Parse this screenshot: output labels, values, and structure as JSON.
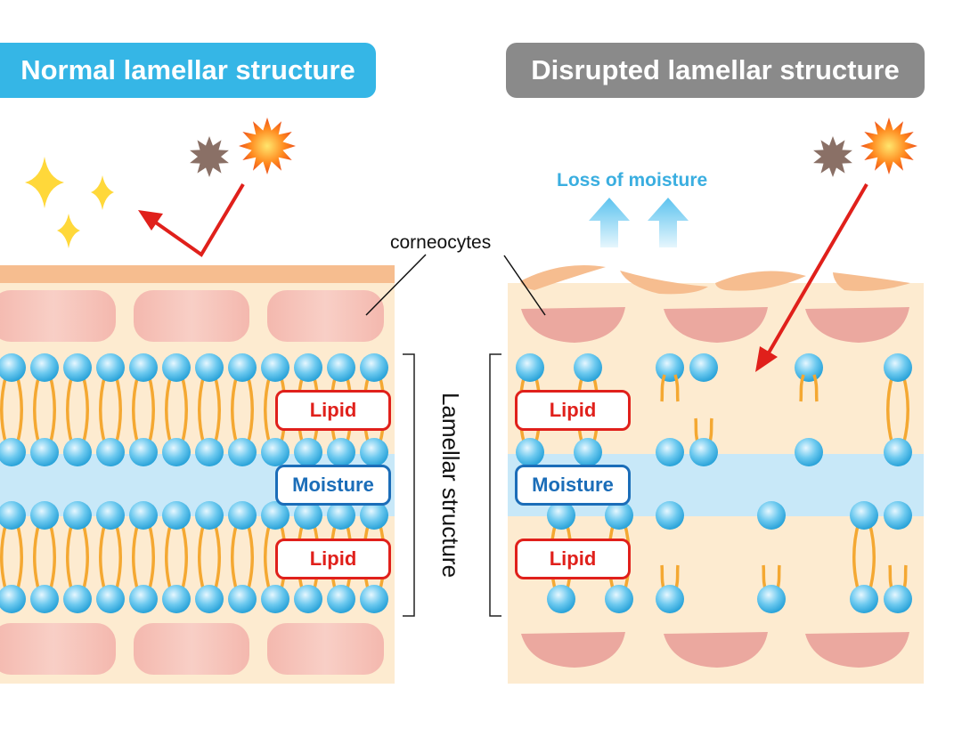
{
  "titles": {
    "normal": "Normal lamellar structure",
    "disrupted": "Disrupted lamellar structure"
  },
  "labels": {
    "corneocytes": "corneocytes",
    "lamellar_structure": "Lamellar structure",
    "loss_of_moisture": "Loss of moisture"
  },
  "boxes": {
    "lipid": "Lipid",
    "moisture": "Moisture"
  },
  "colors": {
    "normal_title": "#35b6e6",
    "disrupted_title": "#8a8a8a",
    "skin_background": "#fdebd0",
    "stratum_top": "#f6bd8f",
    "corneocyte": "#f4b9b0",
    "moisture_band": "#c8e8f8",
    "lipid_head": "#4fbde8",
    "lipid_tail": "#f4a832",
    "lipid_label": "#e0201b",
    "moisture_label": "#1b6db8",
    "loss_of_moisture_text": "#3aaee0",
    "uv_arrow": "#e0201b"
  },
  "icons": [
    "sparkle-icon",
    "sun-icon",
    "dark-star-icon",
    "reflect-arrow-icon",
    "penetrate-arrow-icon",
    "moisture-arrow-icon"
  ]
}
